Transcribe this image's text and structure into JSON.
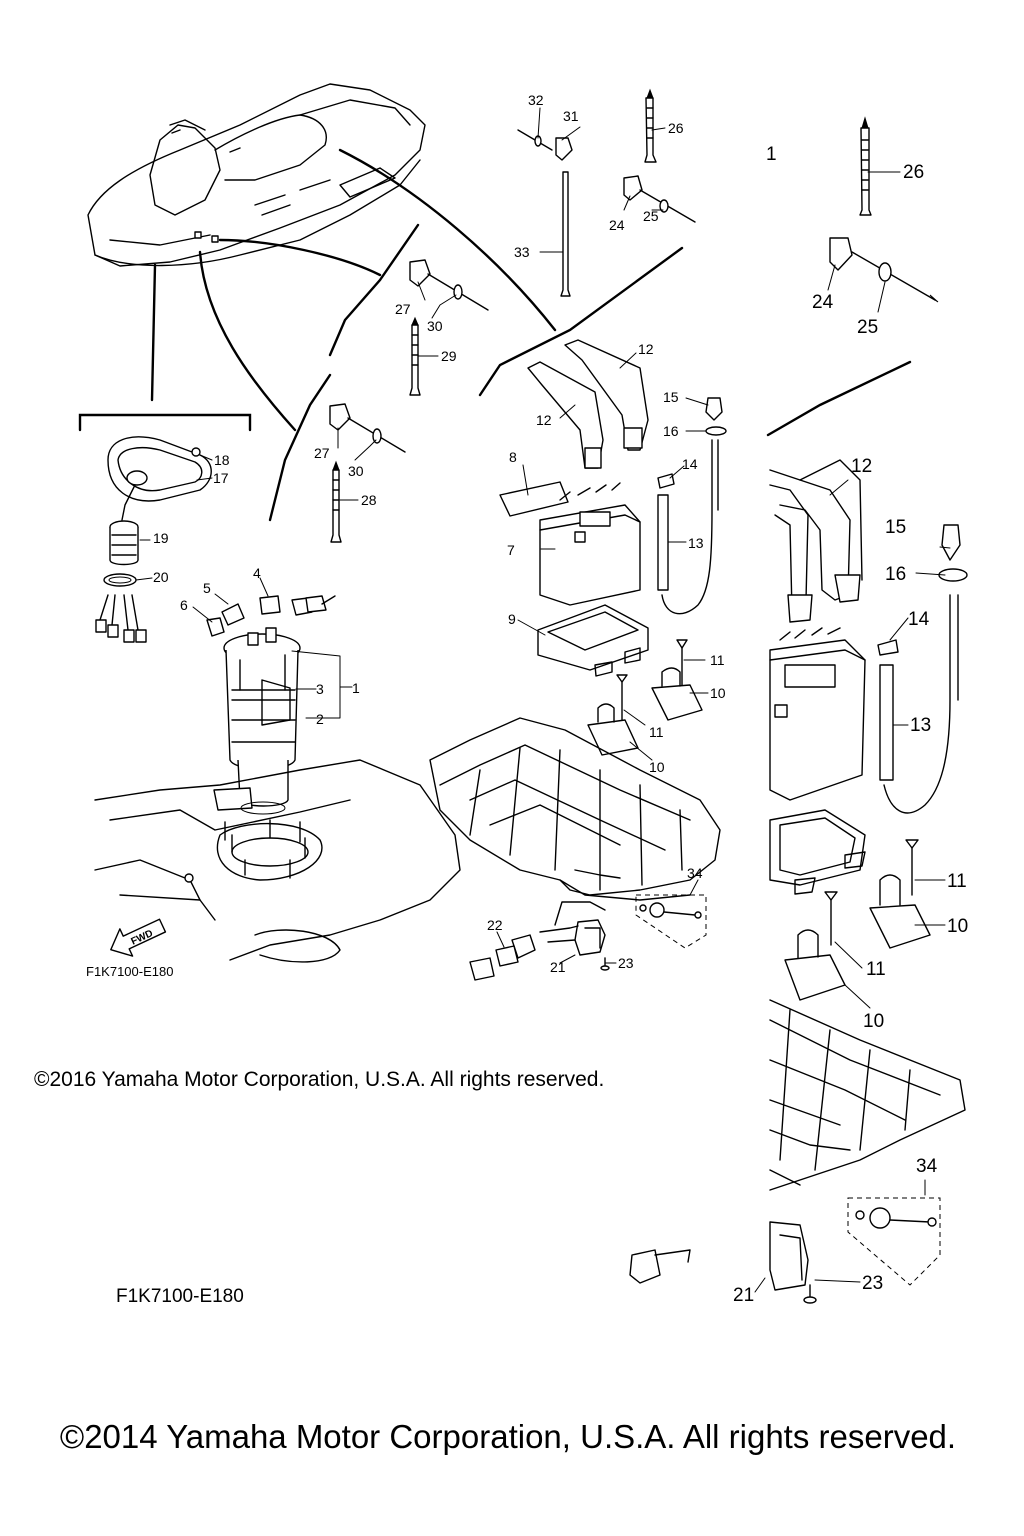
{
  "foreground_diagram": {
    "code": "F1K7100-E180",
    "copyright": "©2016 Yamaha Motor Corporation, U.S.A. All rights reserved.",
    "fwd_arrow": "FWD",
    "callouts": {
      "c1": "1",
      "c2": "2",
      "c3": "3",
      "c4": "4",
      "c5": "5",
      "c6": "6",
      "c7": "7",
      "c8": "8",
      "c9": "9",
      "c10a": "10",
      "c10b": "10",
      "c11a": "11",
      "c11b": "11",
      "c12a": "12",
      "c12b": "12",
      "c13": "13",
      "c14": "14",
      "c15": "15",
      "c16": "16",
      "c17": "17",
      "c18": "18",
      "c19": "19",
      "c20": "20",
      "c21": "21",
      "c22": "22",
      "c23": "23",
      "c24": "24",
      "c25": "25",
      "c26": "26",
      "c27a": "27",
      "c27b": "27",
      "c28": "28",
      "c29": "29",
      "c30a": "30",
      "c30b": "30",
      "c31": "31",
      "c32": "32",
      "c33": "33",
      "c34": "34"
    }
  },
  "background_diagram": {
    "code": "F1K7100-E180",
    "copyright": "©2014 Yamaha Motor Corporation, U.S.A. All rights reserved.",
    "callouts": {
      "c1": "1",
      "c10a": "10",
      "c10b": "10",
      "c11a": "11",
      "c11b": "11",
      "c12": "12",
      "c13": "13",
      "c14": "14",
      "c15": "15",
      "c16": "16",
      "c21": "21",
      "c23": "23",
      "c24": "24",
      "c25": "25",
      "c26": "26",
      "c34": "34"
    }
  },
  "icons": [
    "watercraft-outline",
    "fuel-pump-assembly",
    "battery",
    "battery-box",
    "battery-bands",
    "cable-ties",
    "clamps",
    "hull-deck-bracket",
    "fwd-arrow"
  ]
}
